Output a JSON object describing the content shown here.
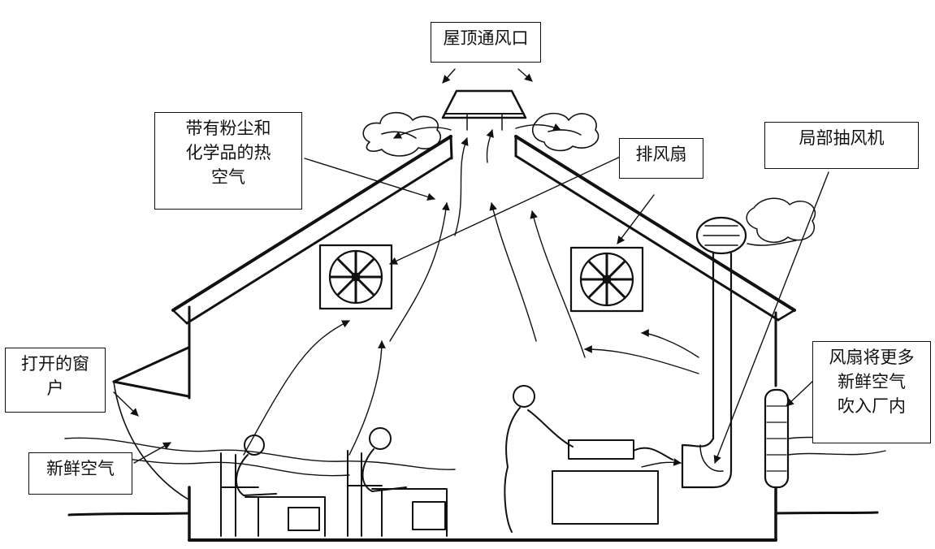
{
  "labels": {
    "roof_vent": "屋顶通风口",
    "hot_air": [
      "带有粉尘和",
      "化学品的热",
      "空气"
    ],
    "exhaust_fan": "排风扇",
    "local_exhaust": "局部抽风机",
    "open_window": [
      "打开的窗",
      "户"
    ],
    "fresh_air": "新鲜空气",
    "fan_blows": [
      "风扇将更多",
      "新鲜空气",
      "吹入厂内"
    ]
  }
}
